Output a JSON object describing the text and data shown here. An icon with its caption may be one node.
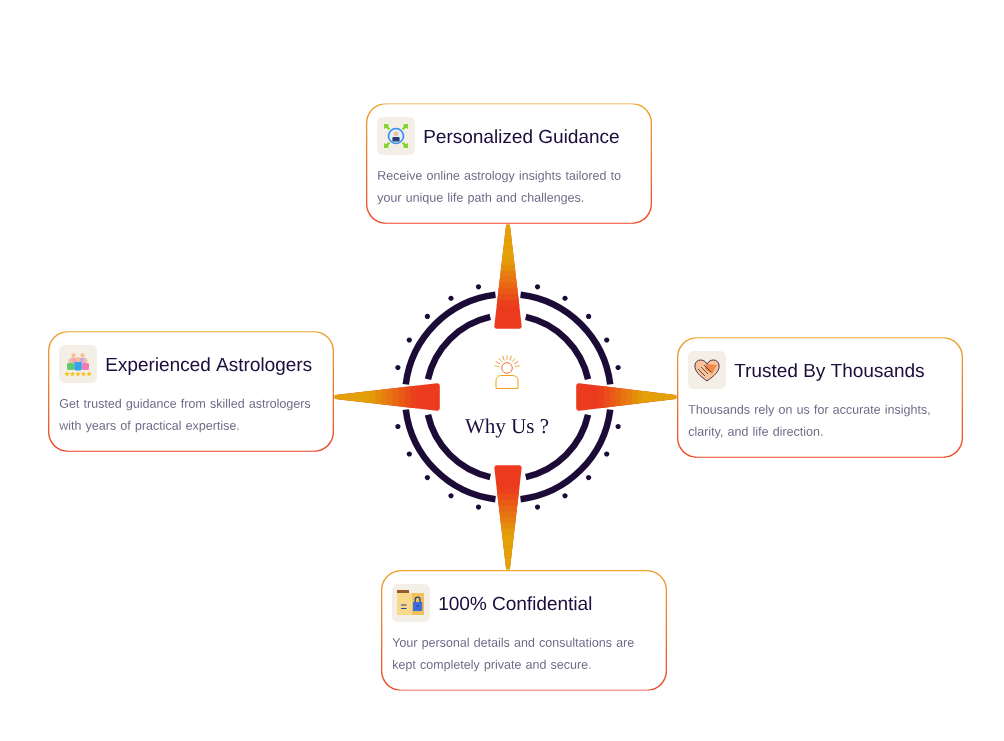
{
  "diagram": {
    "nodes": [
      {
        "text": [
          "Personalized Guidance",
          "Receive online astrology insights tailored to your unique life path and challenges."
        ]
      },
      {
        "text": [
          "Experienced Astrologers",
          "Get trusted guidance from skilled astrologers with years of practical expertise."
        ]
      },
      {
        "text": [
          "Why Us ?"
        ]
      },
      {
        "text": [
          "Trusted By Thousands",
          "Thousands rely on us for accurate insights, clarity, and life direction."
        ]
      },
      {
        "text": [
          "100% Confidential",
          "Your personal details and consultations are kept completely private and secure."
        ]
      }
    ],
    "edges": [
      {
        "from": 2,
        "to": 0,
        "arrow": "none"
      },
      {
        "from": 2,
        "to": 1,
        "arrow": "none"
      },
      {
        "from": 2,
        "to": 3,
        "arrow": "none"
      },
      {
        "from": 2,
        "to": 4,
        "arrow": "none"
      }
    ]
  }
}
